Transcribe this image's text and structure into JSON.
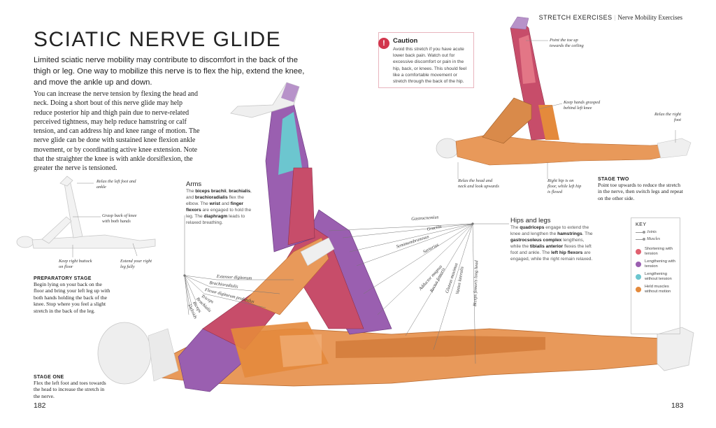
{
  "header": {
    "section": "STRETCH EXERCISES",
    "subsection": "Nerve Mobility Exercises"
  },
  "title": "SCIATIC NERVE GLIDE",
  "intro": "Limited sciatic nerve mobility may contribute to discomfort in the back of the thigh or leg. One way to mobilize this nerve is to flex the hip, extend the knee, and move the ankle up and down.",
  "body": "You can increase the nerve tension by flexing the head and neck. Doing a short bout of this nerve glide may help reduce posterior hip and thigh pain due to nerve-related perceived tightness, may help reduce hamstring or calf tension, and can address hip and knee range of motion. The nerve glide can be done with sustained knee flexion ankle movement, or by coordinating active knee extension. Note that the straighter the knee is with ankle dorsiflexion, the greater the nerve is tensioned.",
  "caution": {
    "icon": "!",
    "title": "Caution",
    "text": "Avoid this stretch if you have acute lower back pain. Watch out for excessive discomfort or pain in the hip, back, or knees. This should feel like a comfortable movement or stretch through the back of the hip."
  },
  "prep_figure": {
    "labels": {
      "relax_foot": "Relax the left foot and ankle",
      "grasp_knee": "Grasp back of knee with both hands",
      "keep_buttock": "Keep right buttock on floor",
      "extend_leg": "Extend your right leg fully"
    }
  },
  "preparatory": {
    "title": "PREPARATORY STAGE",
    "text": "Begin lying on your back on the floor and bring your left leg up with both hands holding the back of the knee. Stop where you feel a slight stretch in the back of the leg."
  },
  "stage_one": {
    "title": "STAGE ONE",
    "text": "Flex the left foot and toes towards the head to increase the stretch in the nerve."
  },
  "stage_two_figure": {
    "labels": {
      "point_toe": "Point the toe up towards the ceiling",
      "keep_hands": "Keep hands grasped behind left knee",
      "relax_right_foot": "Relax the right foot",
      "relax_head": "Relax the head and neck and look upwards",
      "right_hip": "Right hip is on floor, while left hip is flexed"
    }
  },
  "stage_two": {
    "title": "STAGE TWO",
    "text": "Point toe upwards to reduce the stretch in the nerve, then switch legs and repeat on the other side."
  },
  "arms": {
    "title": "Arms",
    "text_html_parts": [
      "The ",
      "biceps brachii",
      ", ",
      "brachialis",
      ", and ",
      "brachioradialis",
      " flex the elbow. The ",
      "wrist",
      " and ",
      "finger flexors",
      " are engaged to hold the leg. The ",
      "diaphragm",
      " leads to relaxed breathing."
    ]
  },
  "hips": {
    "title": "Hips and legs",
    "text_html_parts": [
      "The ",
      "quadriceps",
      " engage to extend the knee and lengthen the ",
      "hamstrings",
      ". The ",
      "gastrocsoleus complex",
      " lengthens, while the ",
      "tibialis anterior",
      " flexes the left foot and ankle. The ",
      "left hip flexors",
      " are engaged, while the right remain relaxed."
    ]
  },
  "arm_muscles": [
    "Extensor digitorum",
    "Brachioradialis",
    "Flexor digitorum profundus",
    "Triceps",
    "Brachialis",
    "Biceps",
    "Deltoids"
  ],
  "leg_muscles": [
    "Gastrocnemius",
    "Gracilis",
    "Semimembranosus",
    "Sartorius",
    "Adductor magnus",
    "Rectus femoris",
    "Gluteus maximus",
    "Vastus lateralis",
    "Biceps femoris long head"
  ],
  "key": {
    "title": "KEY",
    "joints": "Joints",
    "muscles": "Muscles",
    "items": [
      {
        "label": "Shortening with tension",
        "color": "#e0606f"
      },
      {
        "label": "Lengthening with tension",
        "color": "#9a5fb0"
      },
      {
        "label": "Lengthening without tension",
        "color": "#6cc6cf"
      },
      {
        "label": "Held muscles without motion",
        "color": "#e48a3c"
      }
    ]
  },
  "page_left": "182",
  "page_right": "183"
}
